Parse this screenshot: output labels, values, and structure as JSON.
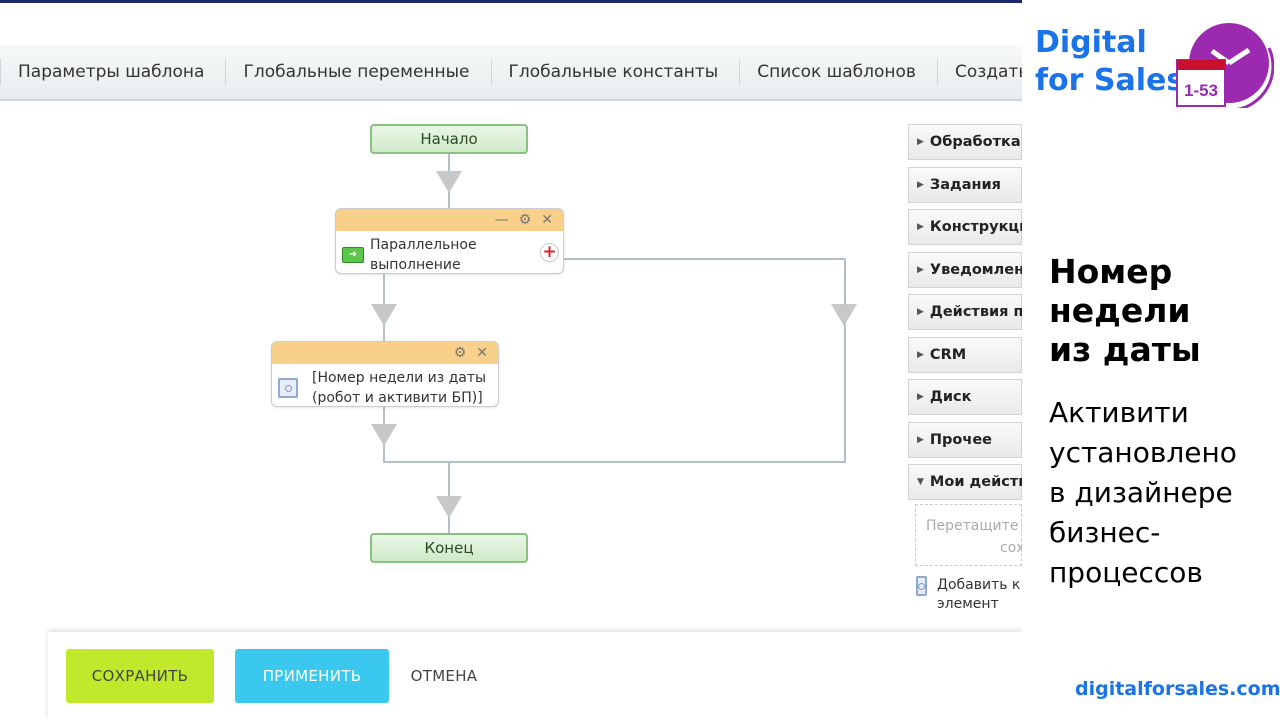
{
  "toolbar": {
    "items": [
      "Параметры шаблона",
      "Глобальные переменные",
      "Глобальные константы",
      "Список шаблонов",
      "Создать ш"
    ]
  },
  "diagram": {
    "start": "Начало",
    "end": "Конец",
    "parallel": {
      "label_line1": "Параллельное",
      "label_line2": "выполнение",
      "minimize": "—",
      "settings": "⚙",
      "close": "✕",
      "add": "+"
    },
    "activity": {
      "label_line1": "[Номер недели из даты",
      "label_line2": "(робот и активити БП)]",
      "settings": "⚙",
      "close": "✕"
    }
  },
  "panel": {
    "groups": [
      "Обработка д",
      "Задания",
      "Конструкци",
      "Уведомлени",
      "Действия пр",
      "CRM",
      "Диск",
      "Прочее"
    ],
    "my_actions": "Мои действ",
    "drop_hint_line1": "Перетащите",
    "drop_hint_line2": "сох",
    "my_item_line1": "Добавить к",
    "my_item_line2": "элемент"
  },
  "footer": {
    "save": "СОХРАНИТЬ",
    "apply": "ПРИМЕНИТЬ",
    "cancel": "ОТМЕНА"
  },
  "brand": {
    "logo_line1": "Digital",
    "logo_line2": "for Sales",
    "logo_badge": "1-53",
    "title": [
      "Номер",
      "недели",
      "из даты"
    ],
    "subtitle": [
      "Активити",
      "установлено",
      "в дизайнере",
      "бизнес-",
      "процессов"
    ],
    "site": "digitalforsales.com"
  },
  "colors": {
    "save": "#bfe92a",
    "apply": "#3bc8ef",
    "brand_blue": "#1a73e8",
    "brand_purple": "#9b2ab0"
  }
}
